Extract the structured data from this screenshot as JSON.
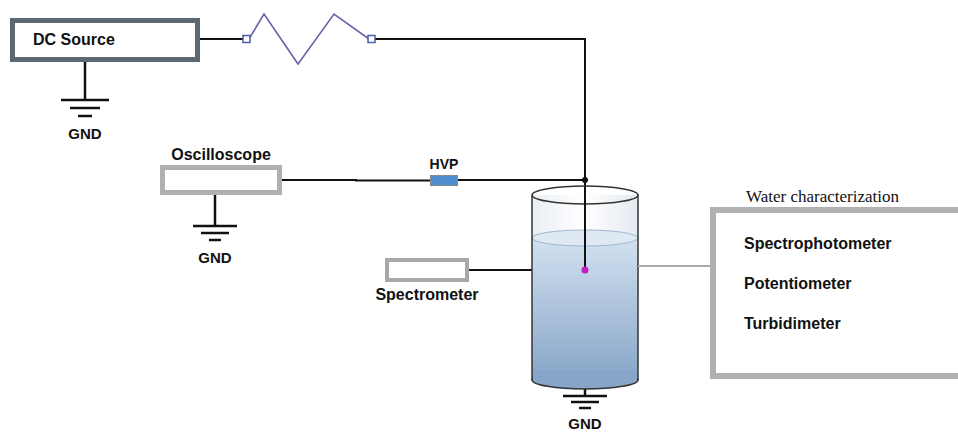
{
  "diagram": {
    "nodes": [
      {
        "text": [
          "DC Source"
        ]
      },
      {
        "text": [
          "Oscilloscope"
        ]
      },
      {
        "text": [
          "HVP"
        ]
      },
      {
        "text": [
          "Spectrometer"
        ]
      },
      {
        "text": [
          "Water characterization",
          "Spectrophotometer",
          "Potentiometer",
          "Turbidimeter"
        ]
      }
    ],
    "edges": [
      {
        "from": 1,
        "to": 2,
        "arrow": "none"
      }
    ],
    "labels": [
      "GND",
      "GND",
      "GND"
    ]
  }
}
